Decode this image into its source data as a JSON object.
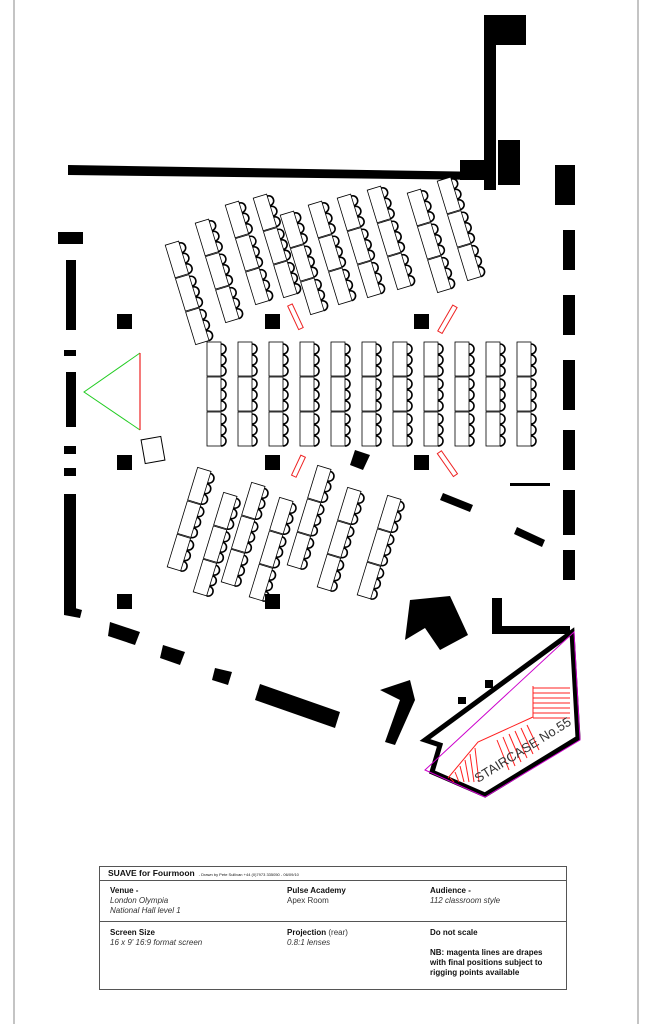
{
  "plan": {
    "staircase_label": "STAIRCASE No.55",
    "colors": {
      "wall": "#000000",
      "drape": "#cc00cc",
      "stair": "#ff2020",
      "screen_green": "#22cc22",
      "screen_red": "#ee2222"
    }
  },
  "title_block": {
    "title": "SUAVE for Fourmoon",
    "drawn_by": "- Drawn by Pete Sullivan +44 (0)7973 335050 - 06/09/10",
    "venue_label": "Venue -",
    "venue_line1": "London Olympia",
    "venue_line2": "National Hall level 1",
    "client": "Pulse Academy",
    "room": "Apex Room",
    "audience_label": "Audience -",
    "audience_value": "112 classroom style",
    "screen_label": "Screen Size",
    "screen_value": "16 x 9' 16:9 format screen",
    "projection_label": "Projection",
    "projection_mode": "(rear)",
    "projection_value": "0.8:1 lenses",
    "scale_note": "Do not scale",
    "nb_line1": "NB: magenta lines are drapes",
    "nb_line2": "with final positions subject to",
    "nb_line3": "rigging points available"
  }
}
